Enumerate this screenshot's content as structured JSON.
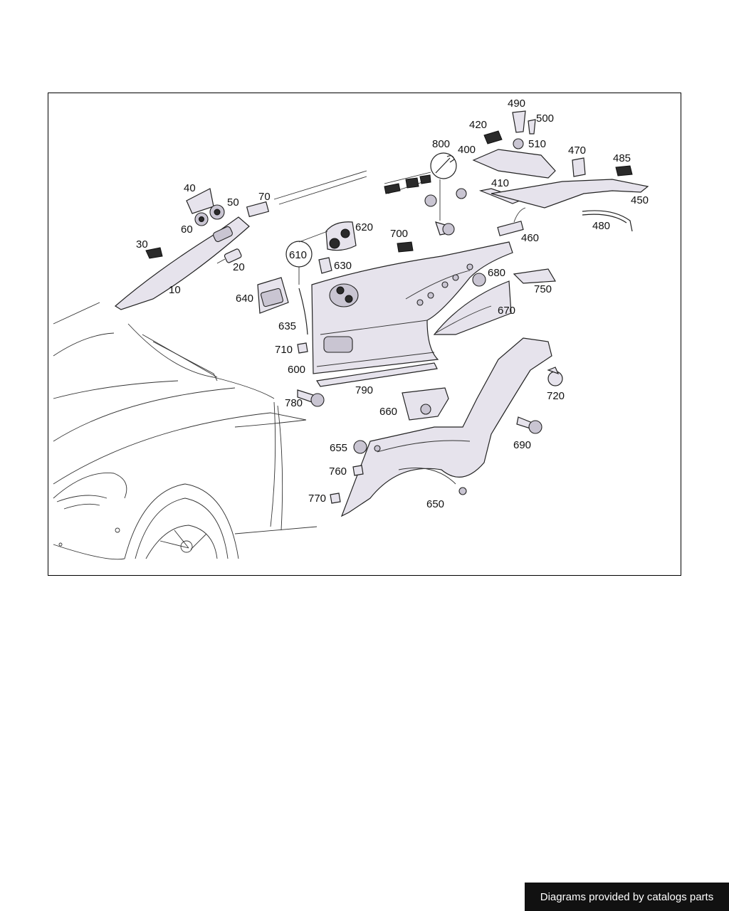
{
  "diagram": {
    "part_labels": {
      "p10": "10",
      "p20": "20",
      "p30": "30",
      "p40": "40",
      "p50": "50",
      "p60": "60",
      "p70": "70",
      "p400": "400",
      "p410": "410",
      "p420": "420",
      "p450": "450",
      "p460": "460",
      "p470": "470",
      "p480": "480",
      "p485": "485",
      "p490": "490",
      "p500": "500",
      "p510": "510",
      "p600": "600",
      "p610": "610",
      "p620": "620",
      "p630": "630",
      "p635": "635",
      "p640": "640",
      "p650": "650",
      "p655": "655",
      "p660": "660",
      "p670": "670",
      "p680": "680",
      "p690": "690",
      "p700": "700",
      "p710": "710",
      "p720": "720",
      "p750": "750",
      "p760": "760",
      "p770": "770",
      "p780": "780",
      "p790": "790",
      "p800": "800"
    }
  },
  "footer": {
    "text": "Diagrams provided by catalogs parts"
  }
}
